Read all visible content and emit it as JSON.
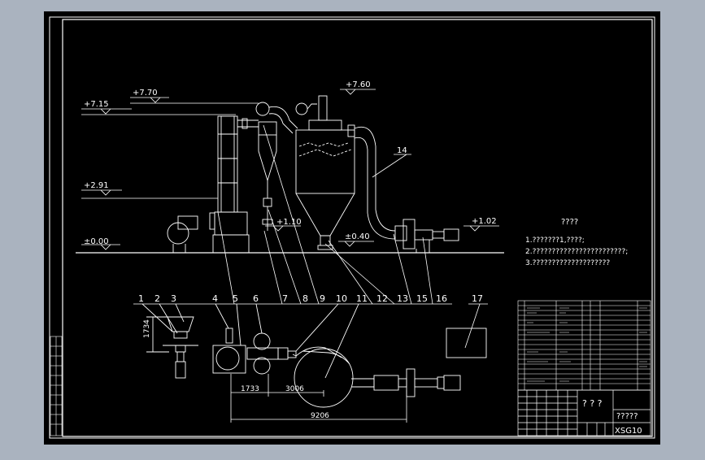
{
  "levels": {
    "l715": "+7.15",
    "l770": "+7.70",
    "l760": "+7.60",
    "l291": "+2.91",
    "l110": "+1.10",
    "l102": "+1.02",
    "l040": "±0.40",
    "l000": "±0.00"
  },
  "parts": [
    "1",
    "2",
    "3",
    "4",
    "5",
    "6",
    "7",
    "8",
    "9",
    "10",
    "11",
    "12",
    "13",
    "14",
    "15",
    "16",
    "17"
  ],
  "notes": {
    "title": "????",
    "n1": "1.???????1,????;",
    "n2": "2.????????????????????????;",
    "n3": "3.????????????????????"
  },
  "dims": {
    "d1734": "1734",
    "d1733": "1733",
    "d3006": "3006",
    "d9206": "9206"
  },
  "titleblock": {
    "mid": "? ? ?",
    "name": "?????",
    "code": "XSG10"
  }
}
